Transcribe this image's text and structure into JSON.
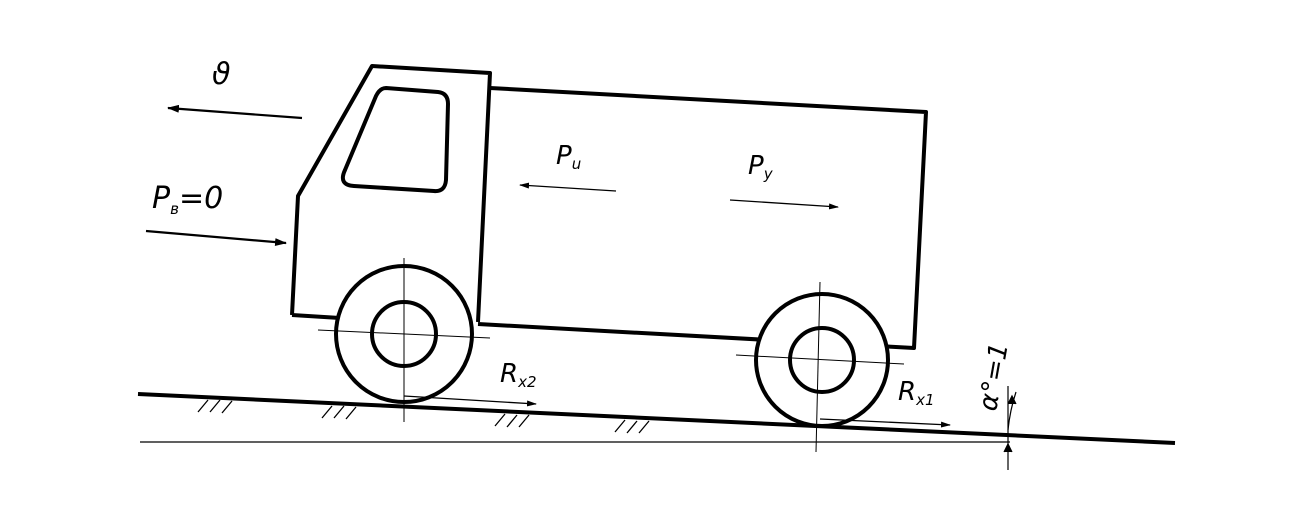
{
  "labels": {
    "velocity": "ϑ",
    "air_resistance": "P",
    "air_resistance_sub": "в",
    "air_resistance_value": "=0",
    "inertia": "P",
    "inertia_sub": "u",
    "rise": "P",
    "rise_sub": "y",
    "rear_reaction": "R",
    "rear_reaction_sub": "x2",
    "front_reaction": "R",
    "front_reaction_sub": "x1",
    "angle": "α°=1"
  },
  "colors": {
    "stroke": "#000000",
    "background": "#ffffff"
  }
}
